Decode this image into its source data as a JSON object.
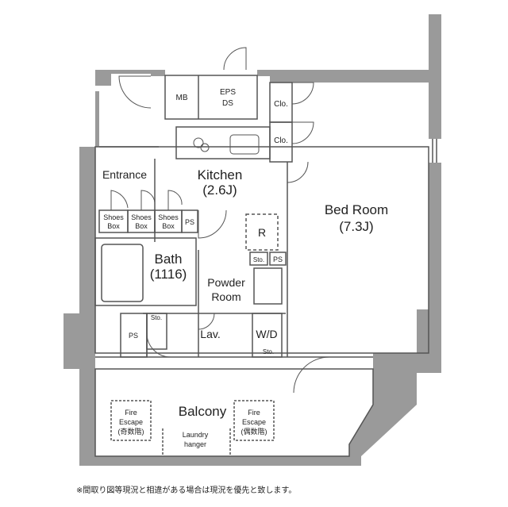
{
  "rooms": {
    "mb": "MB",
    "eps_1": "EPS",
    "eps_2": "DS",
    "clo_1": "Clo.",
    "clo_2": "Clo.",
    "entrance": "Entrance",
    "kitchen_1": "Kitchen",
    "kitchen_2": "(2.6J)",
    "bed_1": "Bed Room",
    "bed_2": "(7.3J)",
    "shoes_1a": "Shoes",
    "shoes_1b": "Box",
    "shoes_2a": "Shoes",
    "shoes_2b": "Box",
    "shoes_3a": "Shoes",
    "shoes_3b": "Box",
    "ps_1": "PS",
    "ps_2": "PS",
    "ps_3": "PS",
    "r": "R",
    "sto_1": "Sto.",
    "sto_2": "Sto.",
    "sto_3": "Sto.",
    "bath_1": "Bath",
    "bath_2": "(1116)",
    "powder_1": "Powder",
    "powder_2": "Room",
    "lav": "Lav.",
    "wd": "W/D",
    "balcony": "Balcony",
    "fire_l_1": "Fire",
    "fire_l_2": "Escape",
    "fire_l_3": "(奇数階)",
    "fire_r_1": "Fire",
    "fire_r_2": "Escape",
    "fire_r_3": "(偶数階)",
    "laundry_1": "Laundry",
    "laundry_2": "hanger"
  },
  "footnote": "※間取り図等現況と相違がある場合は現況を優先と致します。",
  "colors": {
    "wall": "#9a9a9a",
    "line": "#555555",
    "background": "#ffffff"
  }
}
